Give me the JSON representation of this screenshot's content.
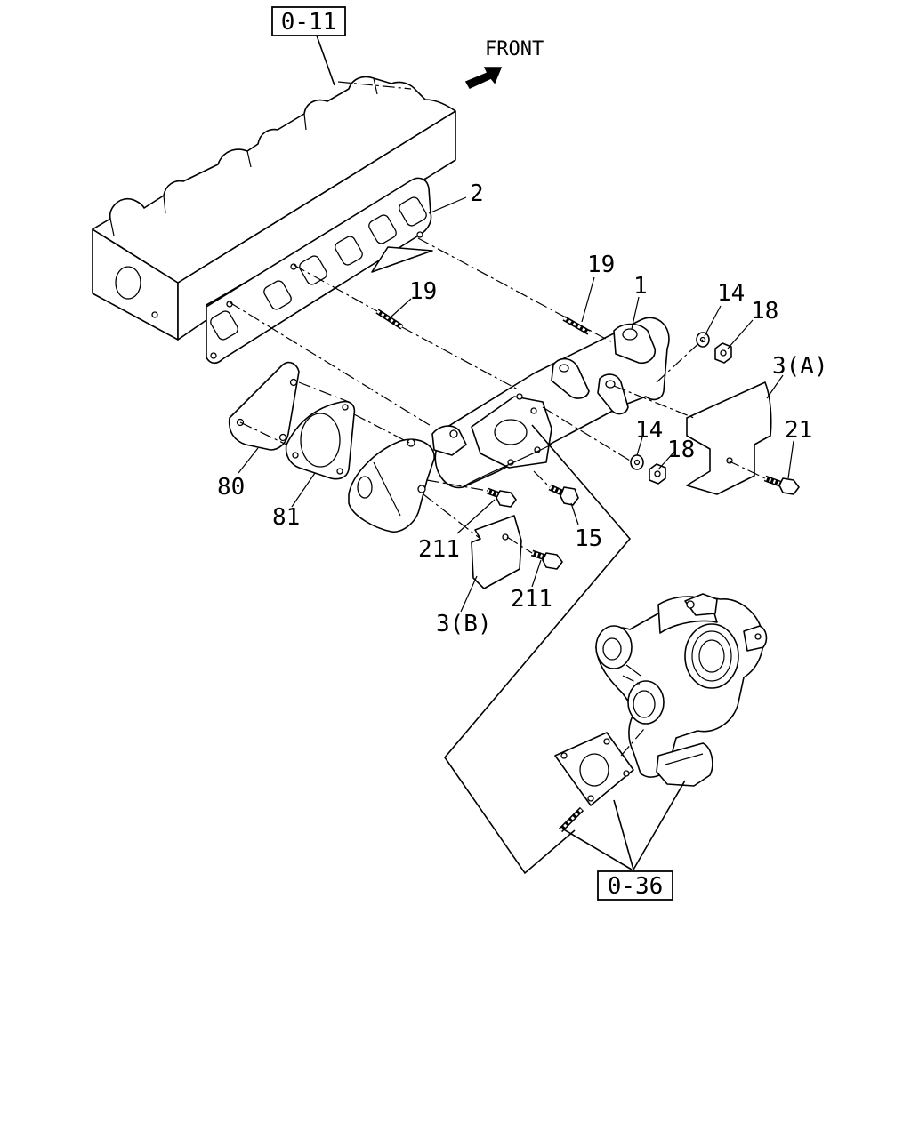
{
  "diagram": {
    "direction": {
      "label": "FRONT",
      "arrow_icon": "front-arrow-icon"
    },
    "ref_boxes": [
      {
        "id": "ref-top",
        "text": "0-11"
      },
      {
        "id": "ref-bottom",
        "text": "0-36"
      }
    ],
    "callouts": {
      "c2": "2",
      "c19a": "19",
      "c1": "1",
      "c19b": "19",
      "c14a": "14",
      "c18a": "18",
      "c3a": "3(A)",
      "c14b": "14",
      "c18b": "18",
      "c21": "21",
      "c80": "80",
      "c81": "81",
      "c211a": "211",
      "c15": "15",
      "c211b": "211",
      "c3b": "3(B)"
    }
  }
}
